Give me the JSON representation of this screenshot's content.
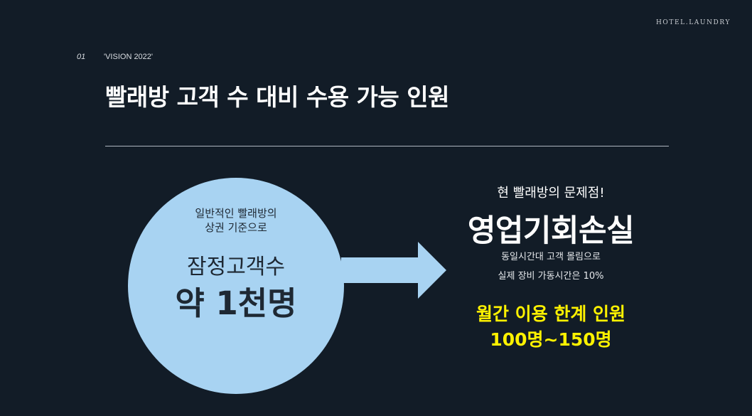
{
  "header": {
    "brand": "HOTEL.LAUNDRY",
    "section_number": "01",
    "section_tag": "'VISION 2022'",
    "title": "빨래방 고객 수 대비 수용 가능 인원"
  },
  "circle": {
    "desc_line1": "일반적인 빨래방의",
    "desc_line2": "상권 기준으로",
    "subtitle": "잠정고객수",
    "value": "약 1천명"
  },
  "problem": {
    "heading": "현 빨래방의 문제점!",
    "main": "영업기회손실",
    "desc_line1": "동일시간대 고객 몰림으로",
    "desc_line2": "실제 장비 가동시간은 10%",
    "limit_title": "월간 이용 한계 인원",
    "limit_range": "100명~150명"
  },
  "colors": {
    "background": "#121c27",
    "circle": "#a8d3f2",
    "arrow": "#a8d3f2",
    "highlight": "#fff200"
  }
}
